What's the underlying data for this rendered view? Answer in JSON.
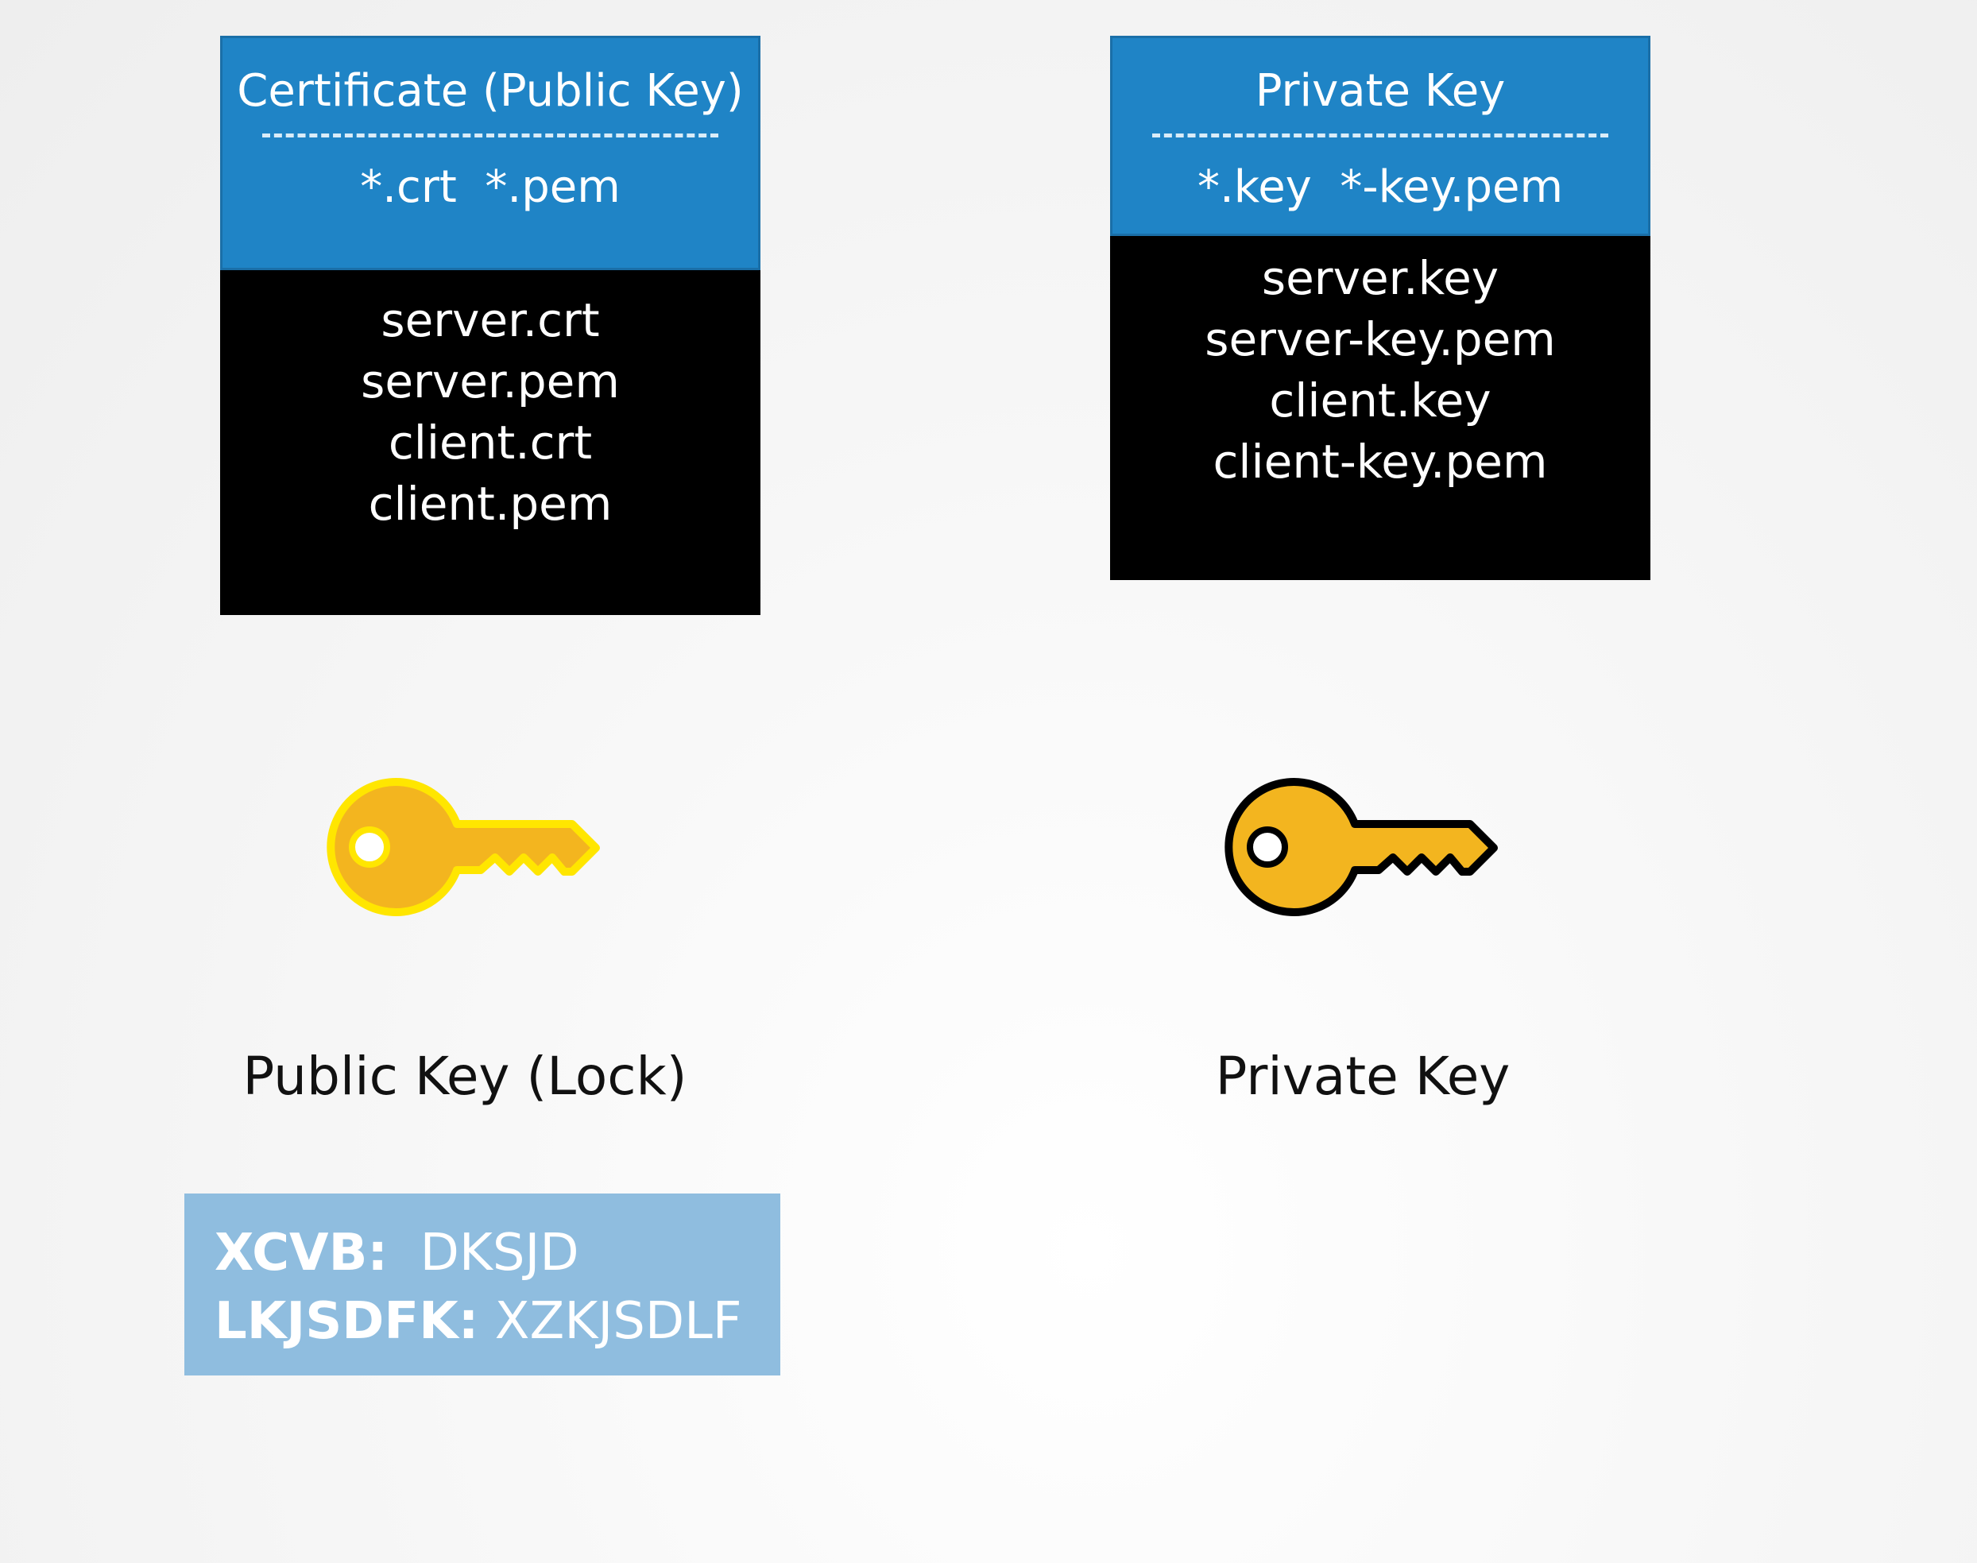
{
  "certificate_card": {
    "title": "Certificate (Public Key)",
    "extensions": "*.crt  *.pem",
    "files": [
      "server.crt",
      "server.pem",
      "client.crt",
      "client.pem"
    ]
  },
  "private_key_card": {
    "title": "Private Key",
    "extensions": "*.key  *-key.pem",
    "files": [
      "server.key",
      "server-key.pem",
      "client.key",
      "client-key.pem"
    ]
  },
  "public_key_caption": "Public Key (Lock)",
  "private_key_caption": "Private Key",
  "public_key_icon": "key-icon",
  "private_key_icon": "key-icon",
  "encrypted_text": [
    {
      "key": "XCVB:",
      "value": "DKSJD"
    },
    {
      "key": "LKJSDFK:",
      "value": "XZKJSDLF"
    }
  ],
  "colors": {
    "card_header": "#1f84c6",
    "card_body": "#000000",
    "key_fill": "#f3b51f",
    "public_key_outline": "#ffe600",
    "private_key_outline": "#000000",
    "cipher_box": "#8fbddf"
  }
}
